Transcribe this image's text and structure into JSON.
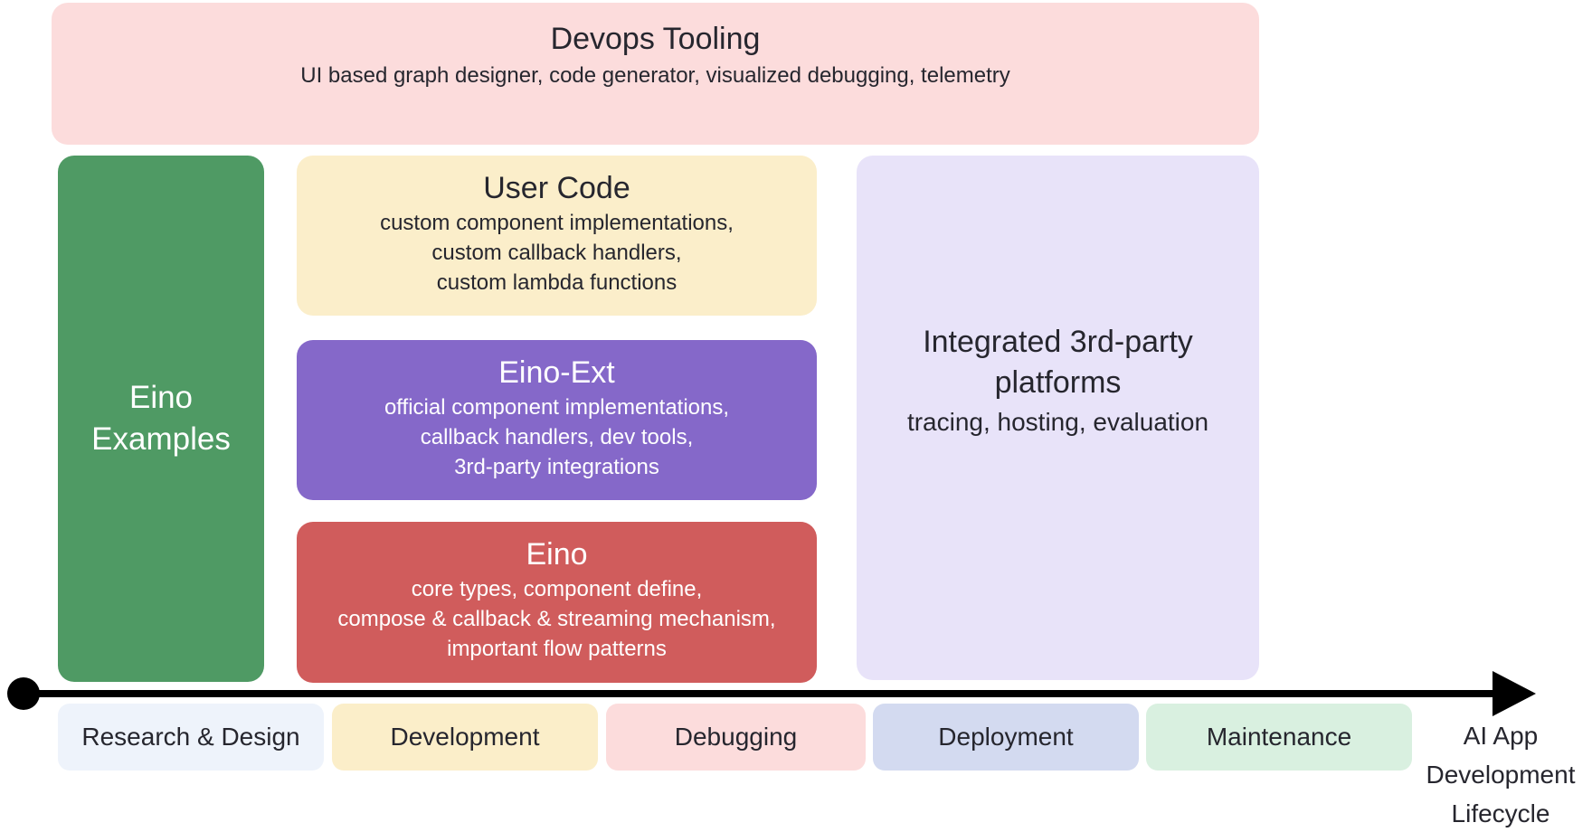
{
  "diagram_title": "Eino framework architecture over AI app development lifecycle",
  "text_colors": {
    "dark": "#26262e",
    "light": "#ffffff"
  },
  "boxes": {
    "devops": {
      "title": "Devops Tooling",
      "subtitle": "UI based graph designer, code generator, visualized debugging, telemetry",
      "color": "#fcdcdc"
    },
    "eino_examples": {
      "lines": [
        "Eino",
        "Examples"
      ],
      "color": "#4f9a64"
    },
    "user_code": {
      "title": "User Code",
      "lines": [
        "custom component implementations,",
        "custom callback handlers,",
        "custom lambda functions"
      ],
      "color": "#fbeeca"
    },
    "eino_ext": {
      "title": "Eino-Ext",
      "lines": [
        "official component implementations,",
        "callback handlers, dev tools,",
        "3rd-party integrations"
      ],
      "color": "#8568c9"
    },
    "eino": {
      "title": "Eino",
      "lines": [
        "core types, component define,",
        "compose & callback & streaming mechanism,",
        "important flow patterns"
      ],
      "color": "#d05c5c"
    },
    "third_party": {
      "title_lines": [
        "Integrated 3rd-party",
        "platforms"
      ],
      "subtitle": "tracing, hosting, evaluation",
      "color": "#e8e3f9"
    }
  },
  "timeline": {
    "axis_color": "#000000",
    "stages": [
      {
        "label": "Research & Design",
        "color": "#eef3fb"
      },
      {
        "label": "Development",
        "color": "#fbeec9"
      },
      {
        "label": "Debugging",
        "color": "#fcdcdc"
      },
      {
        "label": "Deployment",
        "color": "#d3daf0"
      },
      {
        "label": "Maintenance",
        "color": "#d9f0e0"
      }
    ],
    "caption_lines": [
      "AI App",
      "Development",
      "Lifecycle"
    ]
  }
}
